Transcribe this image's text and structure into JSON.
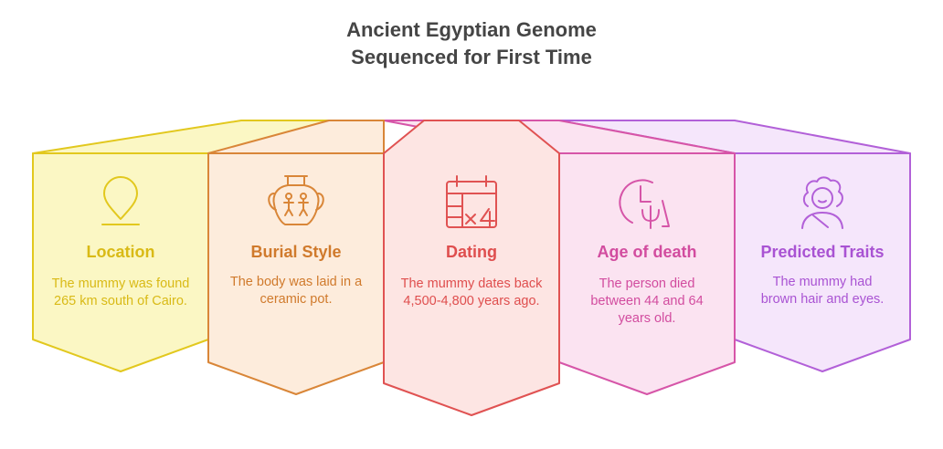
{
  "title": {
    "line1": "Ancient Egyptian Genome",
    "line2": "Sequenced for First Time"
  },
  "panels": [
    {
      "icon": "map-pin-icon",
      "title": "Location",
      "desc": "The mummy was found 265 km south of Cairo.",
      "color": "#e2c81e",
      "fill": "#fbf7c4",
      "text_color": "#d9ba16"
    },
    {
      "icon": "vase-icon",
      "title": "Burial Style",
      "desc": "The body was laid in a ceramic pot.",
      "color": "#d98638",
      "fill": "#fdecdc",
      "text_color": "#d07a2c"
    },
    {
      "icon": "calendar-icon",
      "title": "Dating",
      "desc": "The mummy dates back 4,500-4,800 years ago.",
      "color": "#e05252",
      "fill": "#fde5e3",
      "text_color": "#df4e4e"
    },
    {
      "icon": "age-icon",
      "title": "Age of death",
      "desc": "The person died between 44 and 64 years old.",
      "color": "#d655a8",
      "fill": "#fbe3f1",
      "text_color": "#d24c9f"
    },
    {
      "icon": "person-icon",
      "title": "Predicted Traits",
      "desc": "The mummy had brown hair and eyes.",
      "color": "#b260d8",
      "fill": "#f5e6fb",
      "text_color": "#a953d3"
    }
  ]
}
